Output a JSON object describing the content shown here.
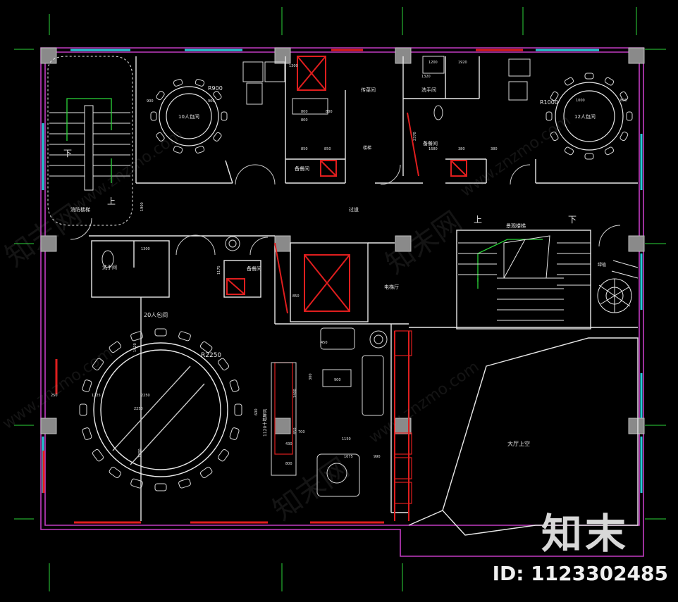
{
  "plan": {
    "rooms": {
      "stair_left": "消防楼梯",
      "stair_left_down": "下",
      "stair_left_up": "上",
      "room10": "10人包间",
      "room10_radius": "R900",
      "room12": "12人包间",
      "room12_radius": "R1000",
      "washroom_top": "洗手间",
      "washroom_left": "洗手间",
      "corridor": "过道",
      "pantry_top": "备餐间",
      "pantry_top2": "备餐间",
      "pantry_mid": "备餐间",
      "passage": "传菜间",
      "lift_hall": "电梯厅",
      "stair_right": "景观楼梯",
      "stair_right_up": "上",
      "stair_right_down": "下",
      "room20": "20人包间",
      "room20_radius": "R2250",
      "hall_void": "大厅上空",
      "screen": "1120十墙屏风",
      "green_plant": "绿植",
      "small_stair": "楼梯"
    },
    "dims": [
      "900",
      "900",
      "1000",
      "800",
      "1300",
      "800",
      "800",
      "850",
      "800",
      "850",
      "1320",
      "380",
      "1725",
      "2250",
      "450",
      "900",
      "990",
      "1075",
      "1150",
      "250",
      "1920",
      "1300",
      "1900",
      "2250",
      "1400",
      "300",
      "850",
      "600",
      "450",
      "430",
      "800",
      "700",
      "1175",
      "1680",
      "1200",
      "1920",
      "1300",
      "380",
      "2370"
    ]
  },
  "watermark": {
    "site_cn": "知末网",
    "site_url": "www.znzmo.com"
  },
  "brand": {
    "name": "知末",
    "id": "ID: 1123302485"
  },
  "colors": {
    "wall_outer": "#c33cc3",
    "wall": "#e8e8e8",
    "green": "#2bd63a",
    "red": "#e01e1e",
    "cyan": "#27c9d8",
    "column": "#8a8a8a"
  }
}
